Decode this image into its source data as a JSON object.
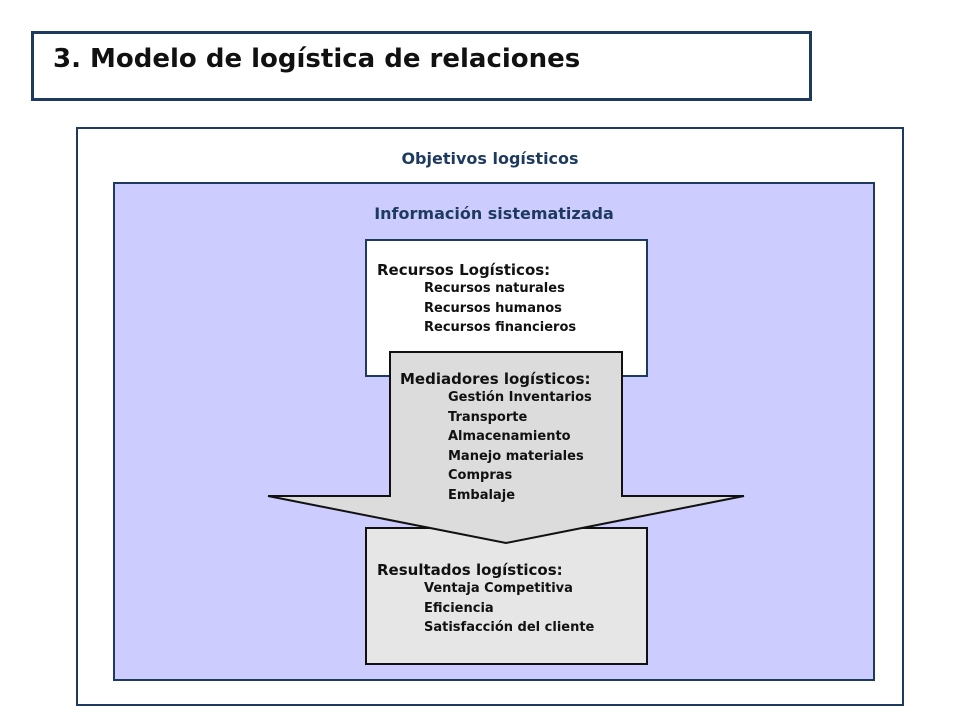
{
  "title": "3. Modelo de logística de relaciones",
  "outer_label": "Objetivos logísticos",
  "inner_label": "Información sistematizada",
  "resources": {
    "heading": "Recursos Logísticos:",
    "items": [
      "Recursos naturales",
      "Recursos humanos",
      "Recursos financieros"
    ]
  },
  "mediators": {
    "heading": "Mediadores logísticos:",
    "items": [
      "Gestión Inventarios",
      "Transporte",
      "Almacenamiento",
      "Manejo materiales",
      "Compras",
      "Embalaje"
    ]
  },
  "results": {
    "heading": "Resultados logísticos:",
    "items": [
      "Ventaja Competitiva",
      "Eficiencia",
      "Satisfacción del cliente"
    ]
  }
}
